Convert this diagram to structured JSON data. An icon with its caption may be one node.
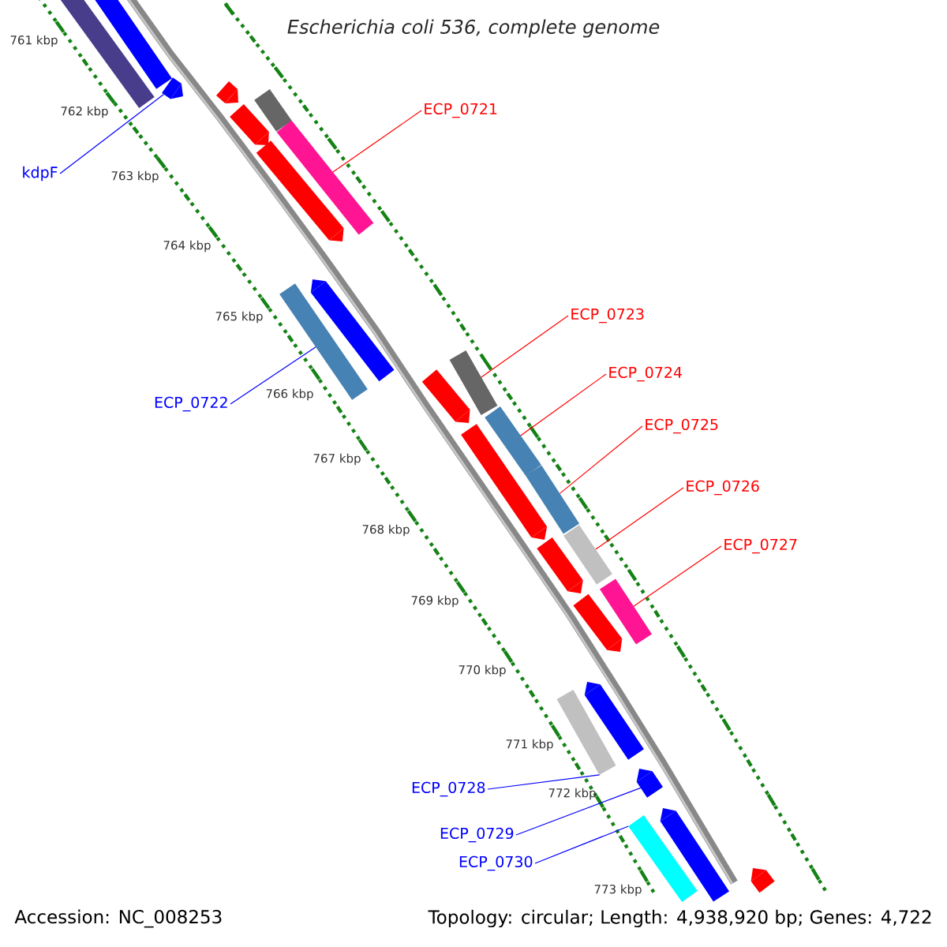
{
  "diagram": {
    "title": "Escherichia coli 536, complete genome",
    "nodes": [
      {
        "text": [],
        "shape": "bar"
      },
      {
        "text": [],
        "shape": "bar"
      },
      {
        "text": [],
        "shape": "pentagon"
      },
      {
        "text": [],
        "shape": "pentagon"
      },
      {
        "text": [],
        "shape": "bar"
      },
      {
        "text": [],
        "shape": "pentagon"
      },
      {
        "text": [],
        "shape": "bar"
      },
      {
        "text": [],
        "shape": "pentagon"
      },
      {
        "text": [
          "ECP_0721"
        ]
      },
      {
        "text": [
          "kdpF"
        ]
      },
      {
        "text": [],
        "shape": "pentagon"
      },
      {
        "text": [],
        "shape": "bar"
      },
      {
        "text": [
          "ECP_0722"
        ]
      },
      {
        "text": [],
        "shape": "bar"
      },
      {
        "text": [
          "ECP_0723"
        ]
      },
      {
        "text": [],
        "shape": "pentagon"
      },
      {
        "text": [],
        "shape": "bar"
      },
      {
        "text": [
          "ECP_0724"
        ]
      },
      {
        "text": [],
        "shape": "pentagon"
      },
      {
        "text": [],
        "shape": "bar"
      },
      {
        "text": [
          "ECP_0725"
        ]
      },
      {
        "text": [],
        "shape": "bar"
      },
      {
        "text": [
          "ECP_0726"
        ]
      },
      {
        "text": [],
        "shape": "pentagon"
      },
      {
        "text": [],
        "shape": "bar"
      },
      {
        "text": [
          "ECP_0727"
        ]
      },
      {
        "text": [],
        "shape": "pentagon"
      },
      {
        "text": [],
        "shape": "pentagon"
      },
      {
        "text": [],
        "shape": "bar"
      },
      {
        "text": [
          "ECP_0728"
        ]
      },
      {
        "text": [],
        "shape": "pentagon"
      },
      {
        "text": [
          "ECP_0729"
        ]
      },
      {
        "text": [],
        "shape": "bar"
      },
      {
        "text": [
          "ECP_0730"
        ]
      },
      {
        "text": [],
        "shape": "pentagon"
      },
      {
        "text": [],
        "shape": "pentagon"
      }
    ],
    "edges": [
      {
        "from": 8,
        "to": 6,
        "arrow": "none"
      },
      {
        "from": 9,
        "to": 2,
        "arrow": "none",
        "color": "#0000ff"
      },
      {
        "from": 12,
        "to": 11,
        "arrow": "none",
        "color": "#0000ff"
      },
      {
        "from": 14,
        "to": 13,
        "arrow": "none"
      },
      {
        "from": 17,
        "to": 16,
        "arrow": "none"
      },
      {
        "from": 20,
        "to": 19,
        "arrow": "none"
      },
      {
        "from": 22,
        "to": 21,
        "arrow": "none"
      },
      {
        "from": 25,
        "to": 24,
        "arrow": "none"
      },
      {
        "from": 29,
        "to": 28,
        "arrow": "none",
        "color": "#0000ff"
      },
      {
        "from": 31,
        "to": 30,
        "arrow": "none",
        "color": "#0000ff"
      },
      {
        "from": 33,
        "to": 32,
        "arrow": "none",
        "color": "#0000ff"
      }
    ],
    "labels": [
      "761 kbp",
      "762 kbp",
      "763 kbp",
      "764 kbp",
      "765 kbp",
      "766 kbp",
      "767 kbp",
      "768 kbp",
      "769 kbp",
      "770 kbp",
      "771 kbp",
      "772 kbp",
      "773 kbp",
      "Accession: NC_008253",
      "Topology: circular; Length: 4,938,920 bp; Genes: 4,722"
    ]
  }
}
